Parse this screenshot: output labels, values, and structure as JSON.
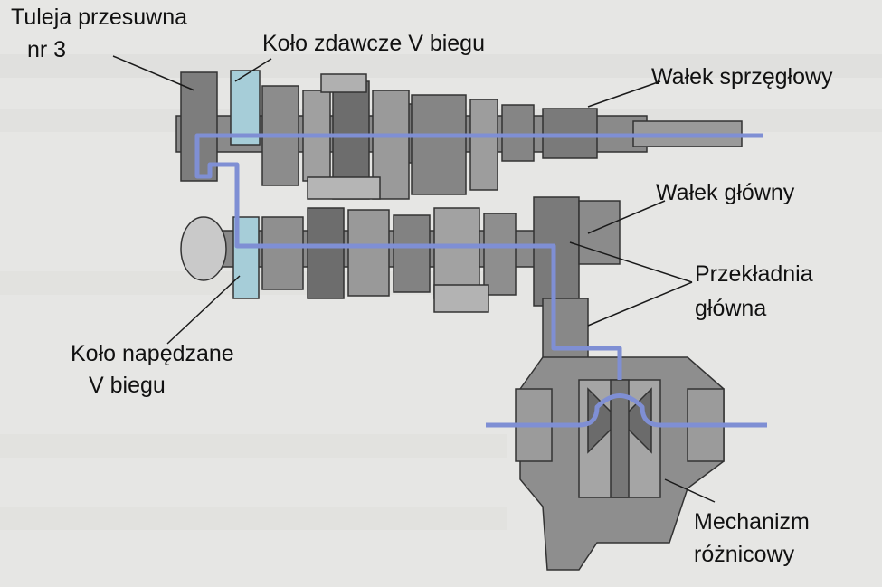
{
  "labels": {
    "tuleja_line1": "Tuleja przesuwna",
    "tuleja_line2": "nr 3",
    "kolo_zdawcze": "Koło zdawcze V biegu",
    "walek_sprzeglowy": "Wałek sprzęgłowy",
    "walek_glowny": "Wałek główny",
    "przekladnia_line1": "Przekładnia",
    "przekladnia_line2": "główna",
    "kolo_napedzane_line1": "Koło napędzane",
    "kolo_napedzane_line2": "V biegu",
    "mechanizm_line1": "Mechanizm",
    "mechanizm_line2": "różnicowy"
  },
  "colors": {
    "power_flow": "#7f8fd4",
    "highlight_gear": "#a6cdd8",
    "casing": "#6f6f6f",
    "leader_line": "#1a1a1a"
  }
}
